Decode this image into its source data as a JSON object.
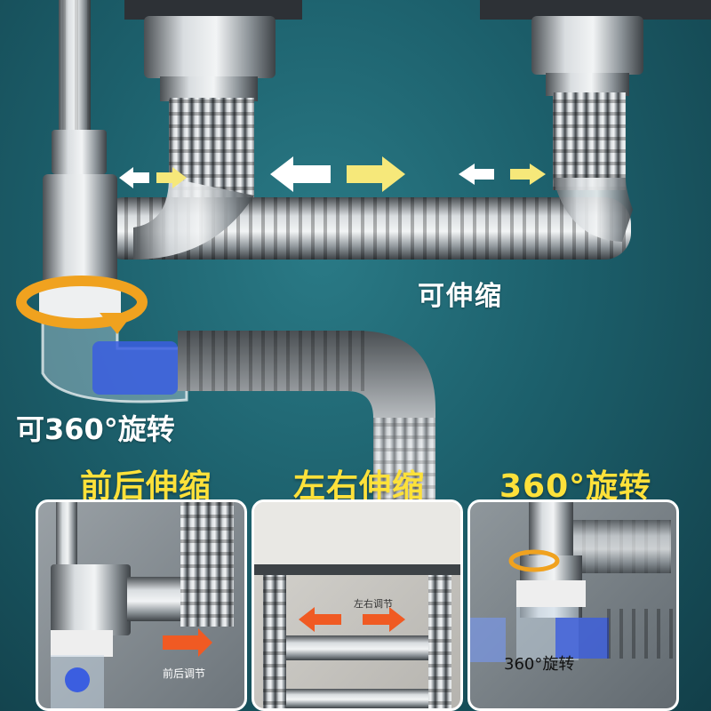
{
  "labels": {
    "extendable": "可伸缩",
    "rotate360": "可360°旋转"
  },
  "headings": {
    "front_back": "前后伸缩",
    "left_right": "左右伸缩",
    "rotation": "360°旋转"
  },
  "panels": {
    "front_back_adjust": "前后调节",
    "left_right_adjust": "左右调节",
    "rotation_label": "360°旋转"
  },
  "colors": {
    "background": "#1c5f6b",
    "heading": "#fde13a",
    "arrow_white": "#ffffff",
    "arrow_yellow": "#f6e87a",
    "arrow_orange": "#f0a21f",
    "arrow_red": "#f05a23",
    "blue_ring": "#3b5ee0"
  }
}
